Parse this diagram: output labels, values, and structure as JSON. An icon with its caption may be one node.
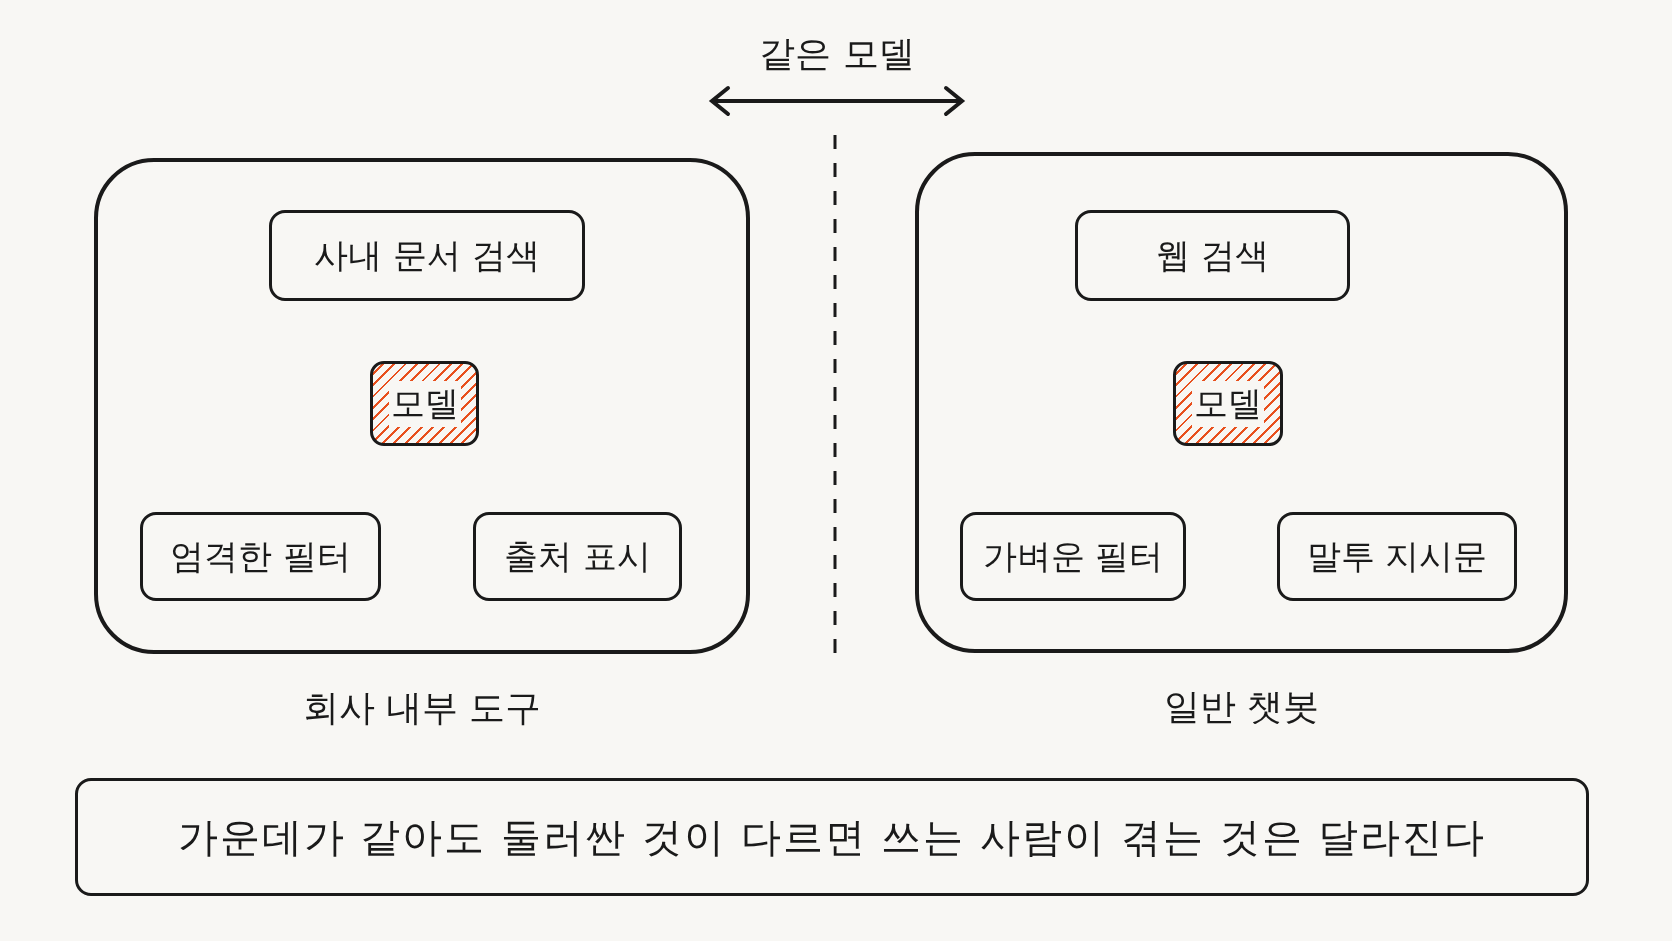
{
  "diagram": {
    "nodes": [
      {
        "text": [
          "회사 내부 도구"
        ]
      },
      {
        "text": [
          "사내 문서 검색"
        ],
        "in": 0
      },
      {
        "text": [
          "모델"
        ],
        "in": 0
      },
      {
        "text": [
          "엄격한 필터"
        ],
        "in": 0
      },
      {
        "text": [
          "출처 표시"
        ],
        "in": 0
      },
      {
        "text": [
          "일반 챗봇"
        ]
      },
      {
        "text": [
          "웹 검색"
        ],
        "in": 5
      },
      {
        "text": [
          "모델"
        ],
        "in": 5
      },
      {
        "text": [
          "가벼운 필터"
        ],
        "in": 5
      },
      {
        "text": [
          "말투 지시문"
        ],
        "in": 5
      },
      {
        "text": [
          "가운데가 같아도 둘러싼 것이 다르면 쓰는 사람이 겪는 것은 달라진다"
        ]
      }
    ],
    "edges": [],
    "labels": [
      "같은 모델"
    ]
  }
}
